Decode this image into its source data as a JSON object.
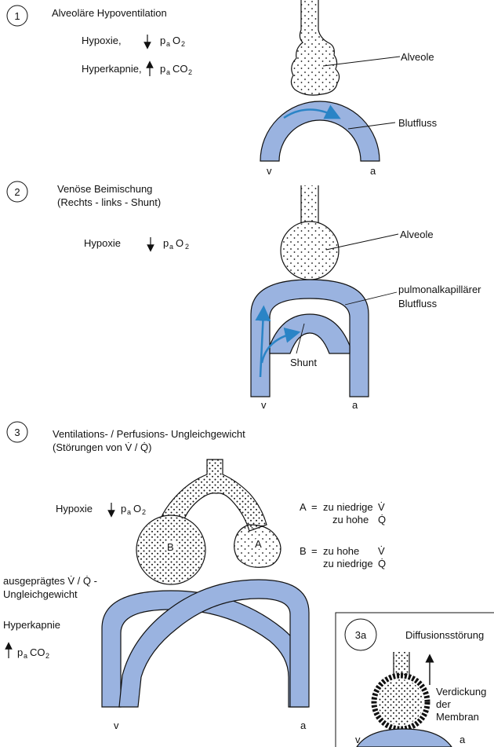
{
  "panel1": {
    "number": "1",
    "title": "Alveoläre Hypoventilation",
    "hypoxia_label": "Hypoxie,",
    "hypercapnia_label": "Hyperkapnie,",
    "pa": "p",
    "pa_sub": "a",
    "o2": "O",
    "o2_sub": "2",
    "co2": "CO",
    "co2_sub": "2",
    "alveole": "Alveole",
    "blutfluss": "Blutfluss",
    "v": "v",
    "a": "a"
  },
  "panel2": {
    "number": "2",
    "title_line1": "Venöse Beimischung",
    "title_line2": "(Rechts - links - Shunt)",
    "hypoxia_label": "Hypoxie",
    "pa": "p",
    "pa_sub": "a",
    "o2": "O",
    "o2_sub": "2",
    "alveole": "Alveole",
    "flow_line1": "pulmonalkapillärer",
    "flow_line2": "Blutfluss",
    "shunt": "Shunt",
    "v": "v",
    "a": "a"
  },
  "panel3": {
    "number": "3",
    "title_line1": "Ventilations- / Perfusions- Ungleichgewicht",
    "title_line2": "(Störungen von V̇ / Q̇)",
    "hypoxia_label": "Hypoxie",
    "pa": "p",
    "pa_sub": "a",
    "o2": "O",
    "o2_sub": "2",
    "co2": "CO",
    "co2_sub": "2",
    "legend_a_key": "A",
    "legend_a_eq": "=",
    "legend_a_line1": "zu niedrige",
    "legend_a_line2": "zu hohe",
    "legend_b_key": "B",
    "legend_b_eq": "=",
    "legend_b_line1": "zu hohe",
    "legend_b_line2": "zu niedrige",
    "v_dot": "V̇",
    "q_dot": "Q̇",
    "alveolus_a": "A",
    "alveolus_b": "B",
    "mismatch_line1": "ausgeprägtes V̇ / Q̇ -",
    "mismatch_line2": "Ungleichgewicht",
    "hypercapnia": "Hyperkapnie",
    "v": "v",
    "a": "a"
  },
  "panel3a": {
    "number": "3a",
    "title": "Diffusionsstörung",
    "label_line1": "Verdickung",
    "label_line2": "der",
    "label_line3": "Membran",
    "v": "v",
    "a": "a"
  },
  "colors": {
    "vessel": "#9ab3e0",
    "arrow": "#2a84c6",
    "stroke": "#111111"
  }
}
